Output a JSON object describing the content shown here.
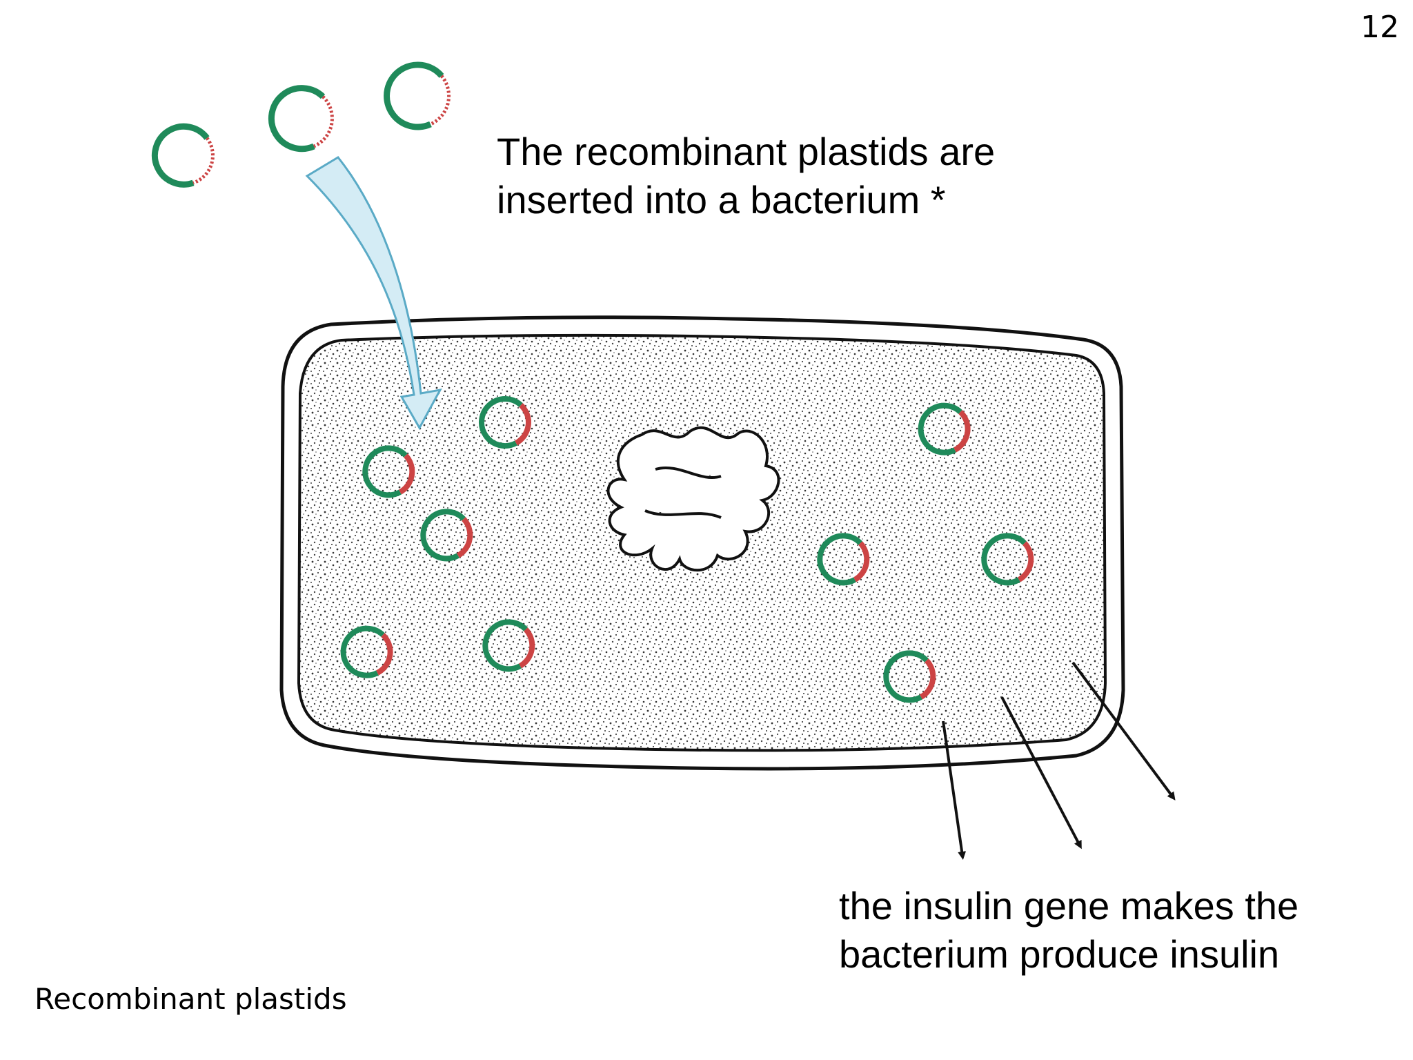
{
  "slide": {
    "page_number": "12",
    "caption_top": [
      "The recombinant plastids are",
      "inserted into a bacterium *"
    ],
    "caption_bottom": [
      "the insulin gene makes the",
      "bacterium produce insulin"
    ],
    "footer_text": "Recombinant plastids"
  },
  "colors": {
    "plasmid_green": "#1f8a5a",
    "insert_red": "#cc4444",
    "insert_yellow": "#e8d84a",
    "insert_blue": "#4aa3d8",
    "insertion_arrow_fill": "#d4ecf5",
    "insertion_arrow_stroke": "#5aaac6",
    "cell_outline": "#111111",
    "cytoplasm_dots": "#333333"
  },
  "icons": {
    "free_plasmids": "plasmid-ring-icon",
    "insertion_arrow": "curved-down-arrow-icon",
    "output_arrows": "arrow-down-icon"
  }
}
